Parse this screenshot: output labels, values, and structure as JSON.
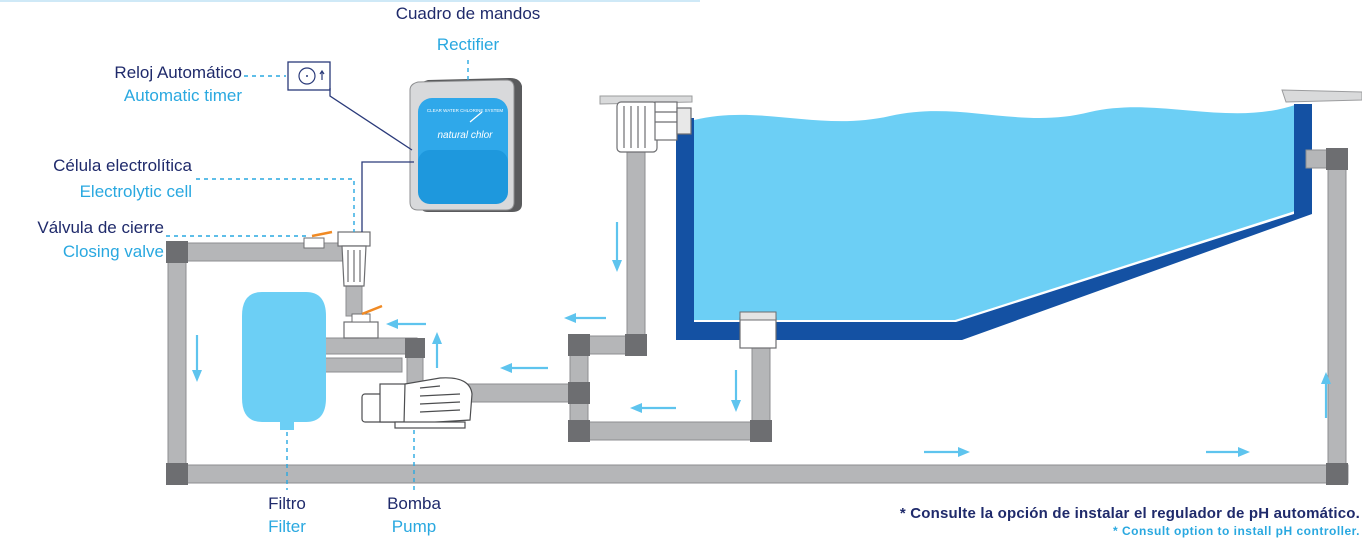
{
  "labels": {
    "rectifier": {
      "es": "Cuadro de mandos",
      "en": "Rectifier"
    },
    "timer": {
      "es": "Reloj Automático",
      "en": "Automatic timer"
    },
    "cell": {
      "es": "Célula electrolítica",
      "en": "Electrolytic cell"
    },
    "valve": {
      "es": "Válvula de cierre",
      "en": "Closing valve"
    },
    "filter": {
      "es": "Filtro",
      "en": "Filter"
    },
    "pump": {
      "es": "Bomba",
      "en": "Pump"
    }
  },
  "device": {
    "brand": "natural chlor",
    "tagline": "CLEAR WATER CHLORINE SYSTEM"
  },
  "notes": {
    "es": "* Consulte la opción de instalar el regulador de pH automático.",
    "en": "* Consult option to install pH controller."
  },
  "colors": {
    "water": "#6ccff5",
    "pool_wall": "#1451a3",
    "pipe": "#b5b6b8",
    "pipe_joint": "#6d6e71",
    "arrow": "#5ec4ee",
    "accent": "#f08a24",
    "dark_text": "#1f2a6b",
    "light_text": "#29a8e0"
  },
  "icons": [
    "clock-icon",
    "flow-arrow-icon"
  ]
}
